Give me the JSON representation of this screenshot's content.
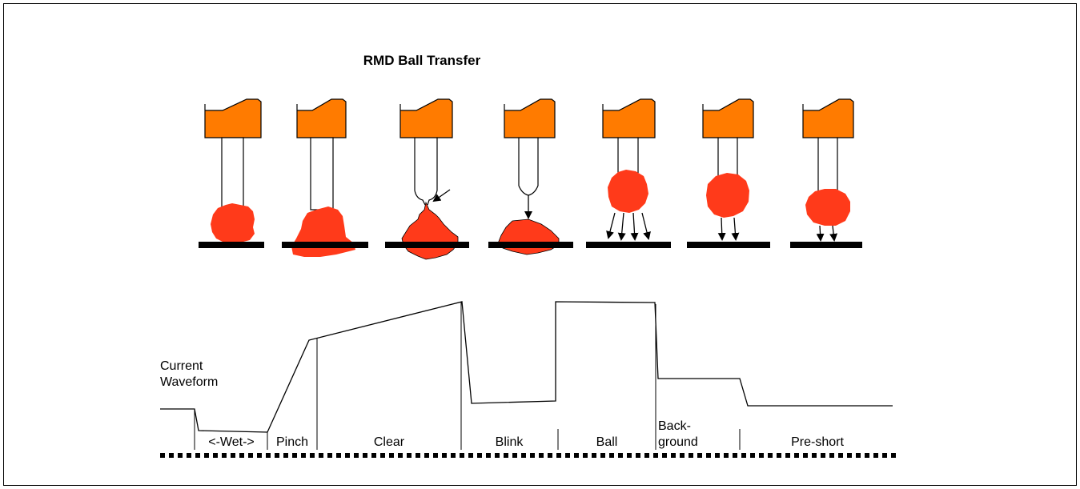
{
  "title": "RMD Ball Transfer",
  "waveform_label": [
    "Current",
    "Waveform"
  ],
  "phases": [
    "<-Wet->",
    "Pinch",
    "Clear",
    "Blink",
    "Ball",
    "Back-",
    "ground",
    "Pre-short"
  ],
  "colors": {
    "contact_tip": "#ff7b00",
    "droplet": "#ff3a1a",
    "line": "#000000"
  },
  "icons": [
    "contact-tip-icon",
    "droplet-icon",
    "arrow-icon"
  ]
}
